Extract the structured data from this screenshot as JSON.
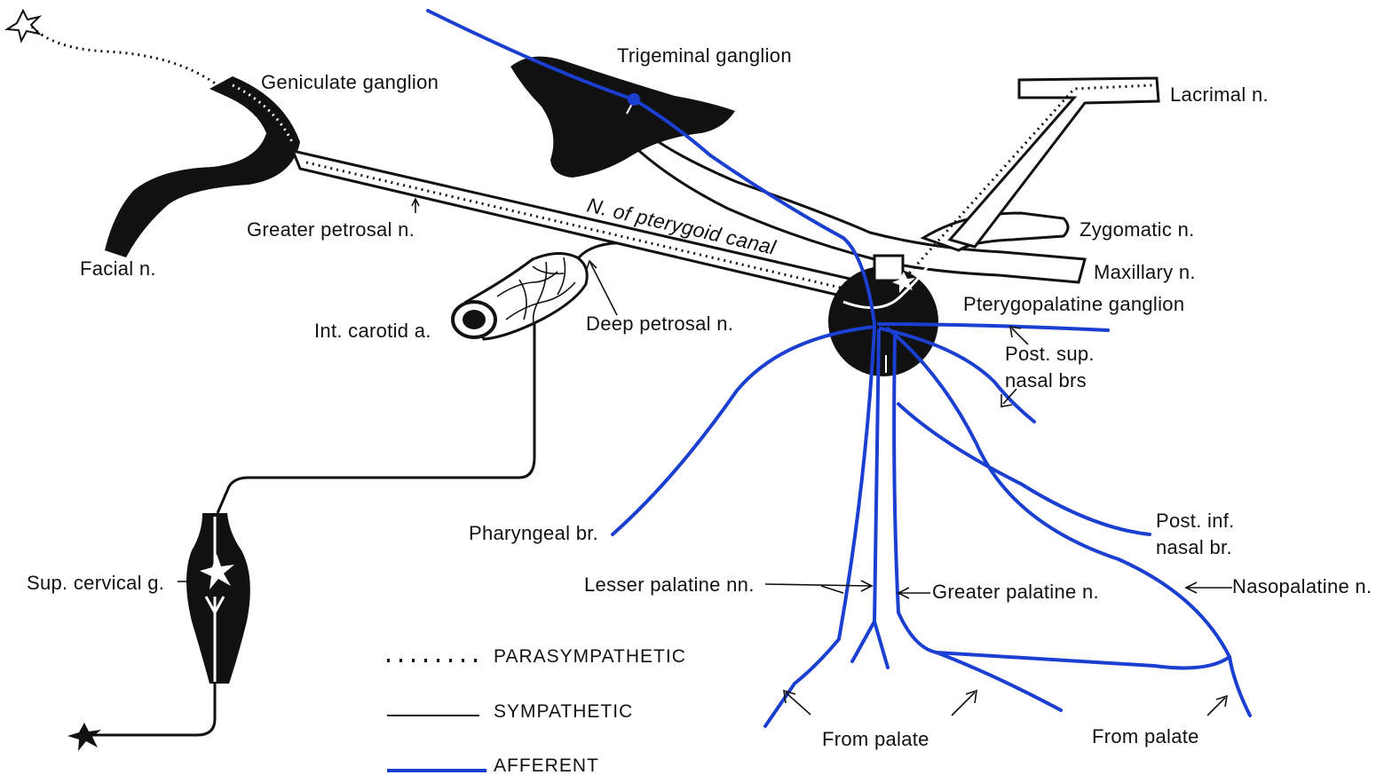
{
  "labels": {
    "geniculate_ganglion": "Geniculate ganglion",
    "trigeminal_ganglion": "Trigeminal ganglion",
    "lacrimal_n": "Lacrimal n.",
    "facial_n": "Facial n.",
    "greater_petrosal_n": "Greater petrosal n.",
    "n_of_pterygoid_canal": "N. of pterygoid canal",
    "zygomatic_n": "Zygomatic n.",
    "maxillary_n": "Maxillary n.",
    "pterygopalatine_ganglion": "Pterygopalatine ganglion",
    "int_carotid_a": "Int. carotid a.",
    "deep_petrosal_n": "Deep petrosal n.",
    "post_sup_nasal_brs_line1": "Post. sup.",
    "post_sup_nasal_brs_line2": "nasal brs",
    "pharyngeal_br": "Pharyngeal br.",
    "post_inf_nasal_br_line1": "Post. inf.",
    "post_inf_nasal_br_line2": "nasal br.",
    "sup_cervical_g": "Sup. cervical g.",
    "lesser_palatine_nn": "Lesser palatine nn.",
    "greater_palatine_n": "Greater palatine n.",
    "nasopalatine_n": "Nasopalatine n.",
    "from_palate_left": "From palate",
    "from_palate_right": "From palate"
  },
  "legend": {
    "parasympathetic": "PARASYMPATHETIC",
    "sympathetic": "SYMPATHETIC",
    "afferent": "AFFERENT"
  },
  "colors": {
    "afferent": "#1a3fd1",
    "nerve_fill": "#111111",
    "background": "#ffffff"
  }
}
